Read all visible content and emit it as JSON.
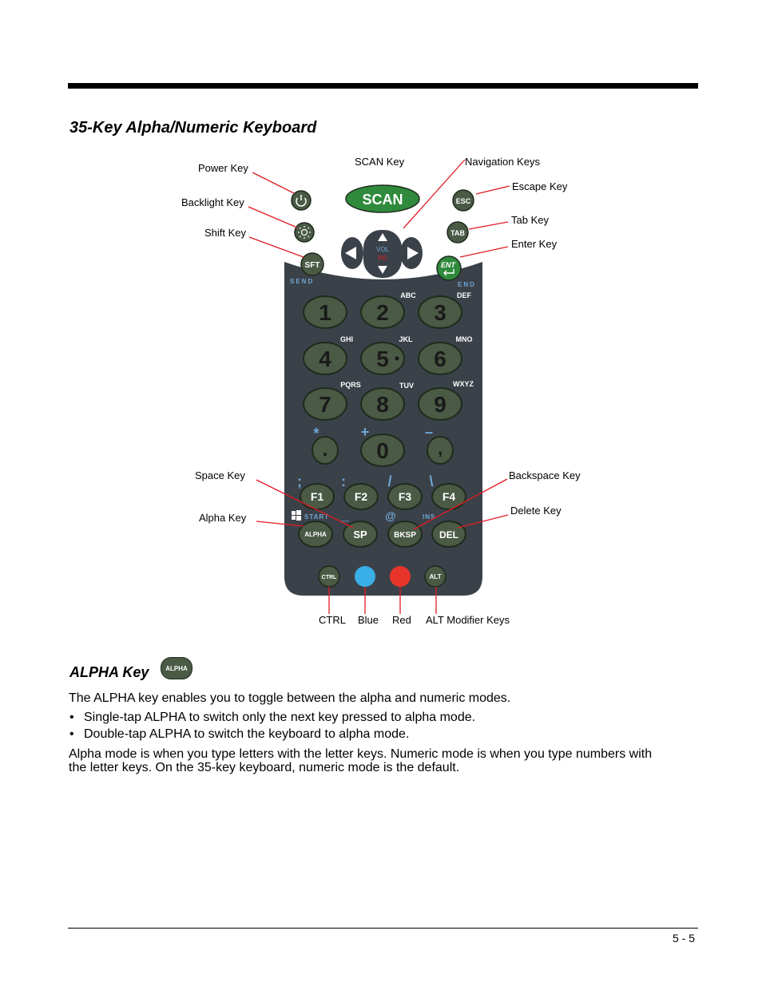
{
  "section_title": "35-Key Alpha/Numeric Keyboard",
  "labels": {
    "power_key": "Power Key",
    "backlight_key": "Backlight Key",
    "shift_key": "Shift Key",
    "scan_key": "SCAN Key",
    "navigation_keys": "Navigation Keys",
    "escape_key": "Escape Key",
    "tab_key": "Tab Key",
    "enter_key": "Enter Key",
    "space_key": "Space Key",
    "alpha_key": "Alpha Key",
    "backspace_key": "Backspace Key",
    "delete_key": "Delete Key",
    "ctrl": "CTRL",
    "blue": "Blue",
    "red": "Red",
    "alt_modifier_keys": "ALT Modifier Keys"
  },
  "keypad": {
    "scan": "SCAN",
    "esc": "ESC",
    "tab": "TAB",
    "sft": "SFT",
    "ent": "ENT",
    "vol": "VOL",
    "pg": "PG",
    "send": "SEND",
    "end": "END",
    "start": "START",
    "ins": "INS",
    "digits": [
      "1",
      "2",
      "3",
      "4",
      "5",
      "6",
      "7",
      "8",
      "9",
      "0"
    ],
    "letters": [
      "ABC",
      "DEF",
      "GHI",
      "JKL",
      "MNO",
      "PQRS",
      "TUV",
      "WXYZ"
    ],
    "symbols": {
      "star": "*",
      "plus": "+",
      "minus": "–",
      "dot": ".",
      "comma": ",",
      "semicolon": ";",
      "colon": ":",
      "slash": "/",
      "backslash": "\\",
      "underscore": "_",
      "at": "@"
    },
    "fkeys": [
      "F1",
      "F2",
      "F3",
      "F4"
    ],
    "bottom_keys": [
      "ALPHA",
      "SP",
      "BKSP",
      "DEL"
    ],
    "modifiers": {
      "ctrl": "CTRL",
      "alt": "ALT"
    }
  },
  "colors": {
    "keypad_body": "#3b4148",
    "key_fill": "#4a5a45",
    "scan_green": "#2f8a3c",
    "enter_green": "#2f8a3c",
    "blue_modifier": "#3aaee6",
    "red_modifier": "#e8352b",
    "label_blue": "#6fa7d8",
    "callout_red": "#e31b23"
  },
  "alpha_section": {
    "title": "ALPHA Key",
    "icon_label": "ALPHA",
    "intro": "The ALPHA key enables you to toggle between the alpha and numeric modes.",
    "bullets": [
      "Single-tap ALPHA to switch only the next key pressed to alpha mode.",
      "Double-tap ALPHA to switch the keyboard to alpha mode."
    ],
    "closing_line1": "Alpha mode is when you type letters with the letter keys. Numeric mode is when you type numbers with",
    "closing_line2": "the letter keys. On the 35-key keyboard, numeric mode is the default."
  },
  "page_number": "5 - 5"
}
